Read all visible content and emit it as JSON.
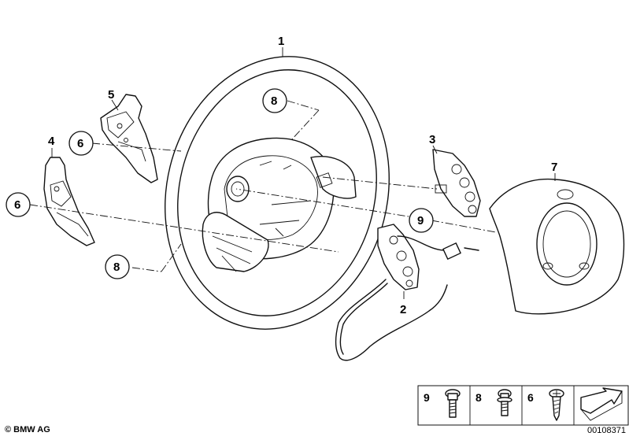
{
  "callouts": {
    "c1": "1",
    "c2": "2",
    "c3": "3",
    "c4": "4",
    "c5": "5",
    "c6a": "6",
    "c6b": "6",
    "c7": "7",
    "c8a": "8",
    "c8b": "8",
    "c9": "9"
  },
  "legend": {
    "item9": "9",
    "item8": "8",
    "item6": "6"
  },
  "footer": {
    "copyright": "© BMW AG",
    "ref_number": "00108371"
  }
}
